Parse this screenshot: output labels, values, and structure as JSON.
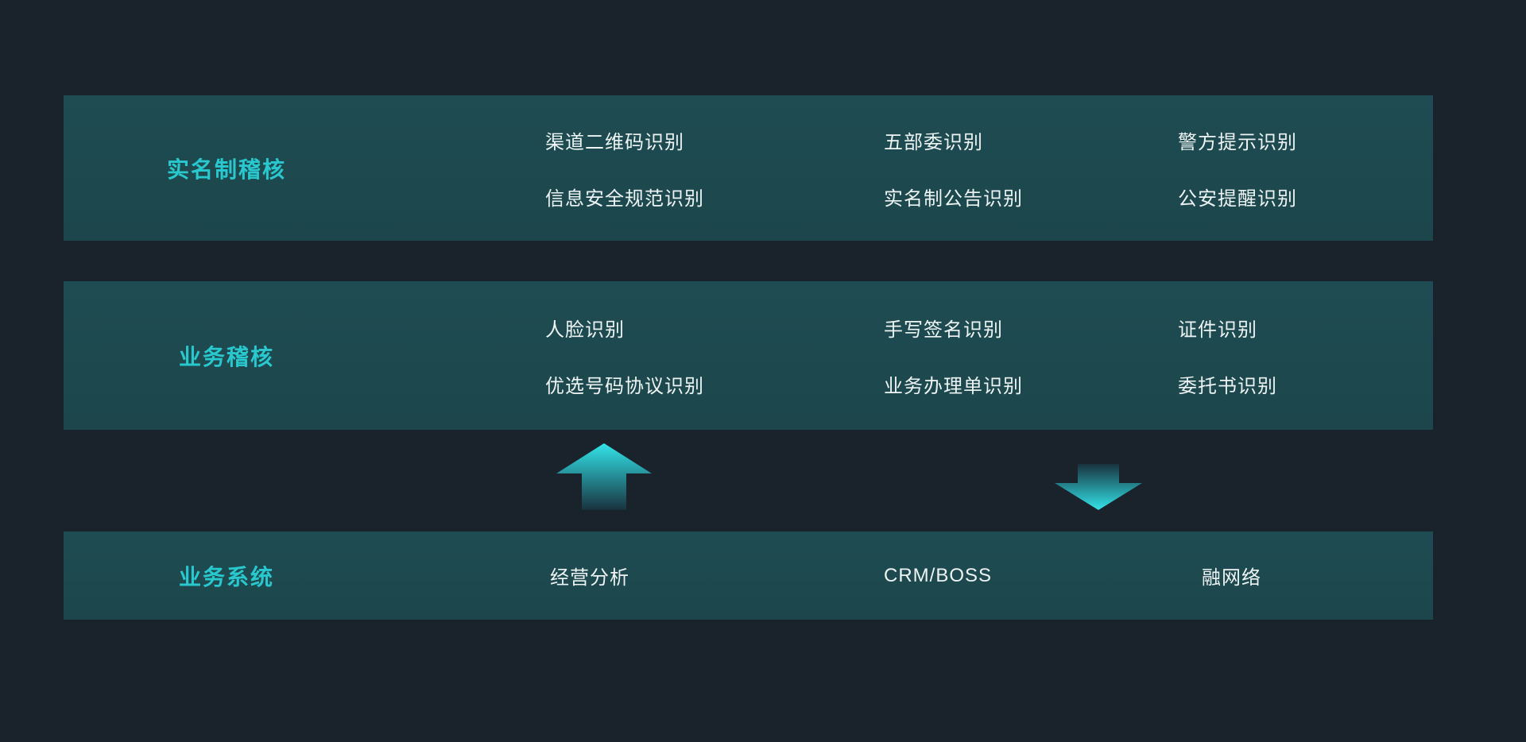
{
  "colors": {
    "background": "#1a222c",
    "band": "#1d4a50",
    "accent_cyan": "#29c8ce",
    "text": "#eef4f4",
    "arrow_bright": "#33e4ea",
    "arrow_dark": "#18323e"
  },
  "bands": [
    {
      "label": "实名制稽核",
      "columns": [
        [
          "渠道二维码识别",
          "信息安全规范识别"
        ],
        [
          "五部委识别",
          "实名制公告识别"
        ],
        [
          "警方提示识别",
          "公安提醒识别"
        ]
      ]
    },
    {
      "label": "业务稽核",
      "columns": [
        [
          "人脸识别",
          "优选号码协议识别"
        ],
        [
          "手写签名识别",
          "业务办理单识别"
        ],
        [
          "证件识别",
          "委托书识别"
        ]
      ]
    }
  ],
  "system_band": {
    "label": "业务系统",
    "items": [
      "经营分析",
      "CRM/BOSS",
      "融网络"
    ]
  },
  "icons": {
    "up": "arrow-up",
    "down": "arrow-down"
  }
}
